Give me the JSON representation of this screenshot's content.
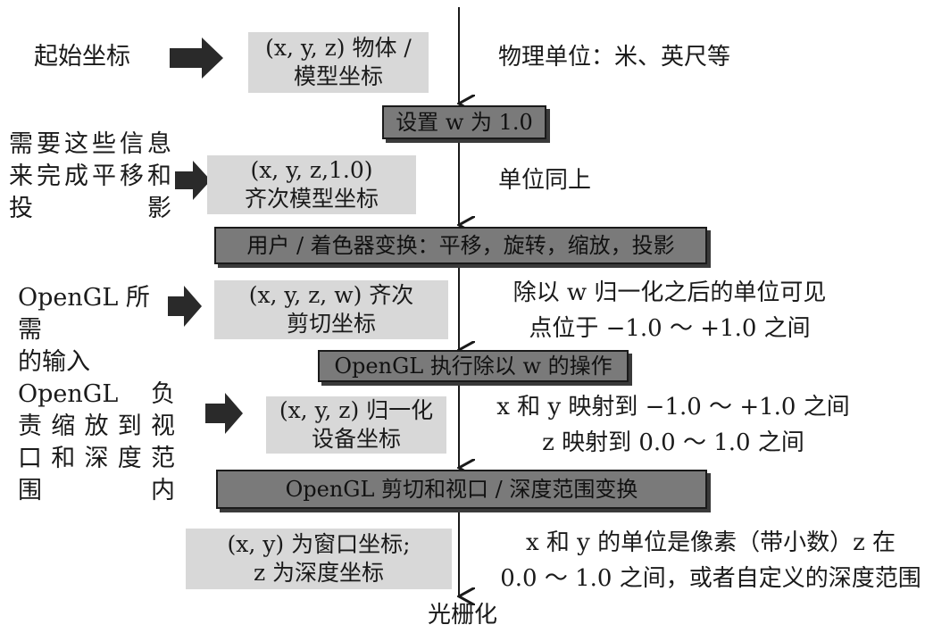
{
  "left_labels": [
    {
      "text": "起始坐标"
    },
    {
      "text": "需要这些信息\n来完成平移和\n投影"
    },
    {
      "text": "OpenGL 所需\n的输入"
    },
    {
      "text": "OpenGL 负\n责缩放到视\n口和深度范\n围内"
    }
  ],
  "coordinate_boxes": [
    {
      "text": "(x, y, z) 物体 /\n模型坐标"
    },
    {
      "text": "(x, y, z,1.0)\n齐次模型坐标"
    },
    {
      "text": "(x, y, z, w) 齐次\n剪切坐标"
    },
    {
      "text": "(x, y, z) 归一化\n设备坐标"
    },
    {
      "text": "(x, y) 为窗口坐标;\nz 为深度坐标"
    }
  ],
  "operation_boxes": [
    {
      "text": "设置 w 为 1.0"
    },
    {
      "text": "用户 / 着色器变换：平移，旋转，缩放，投影"
    },
    {
      "text": "OpenGL 执行除以 w 的操作"
    },
    {
      "text": "OpenGL 剪切和视口 / 深度范围变换"
    }
  ],
  "unit_notes": [
    {
      "text": "物理单位：米、英尺等"
    },
    {
      "text": "单位同上"
    },
    {
      "text": "除以 w 归一化之后的单位可见\n点位于 −1.0 ～ +1.0 之间"
    },
    {
      "text": "x 和 y 映射到 −1.0 ～ +1.0 之间\nz 映射到 0.0 ～ 1.0 之间"
    },
    {
      "text": "x 和 y 的单位是像素（带小数）z 在\n0.0 ～ 1.0 之间，或者自定义的深度范围"
    }
  ],
  "final_label": "光栅化",
  "colors": {
    "light_box": "#d8d8d8",
    "dark_box": "#7a7a7a",
    "arrow": "#2a2a2a",
    "line": "#1a1a1a"
  },
  "icons": [
    "block-arrow-right-icon",
    "flow-arrow-down-icon"
  ]
}
